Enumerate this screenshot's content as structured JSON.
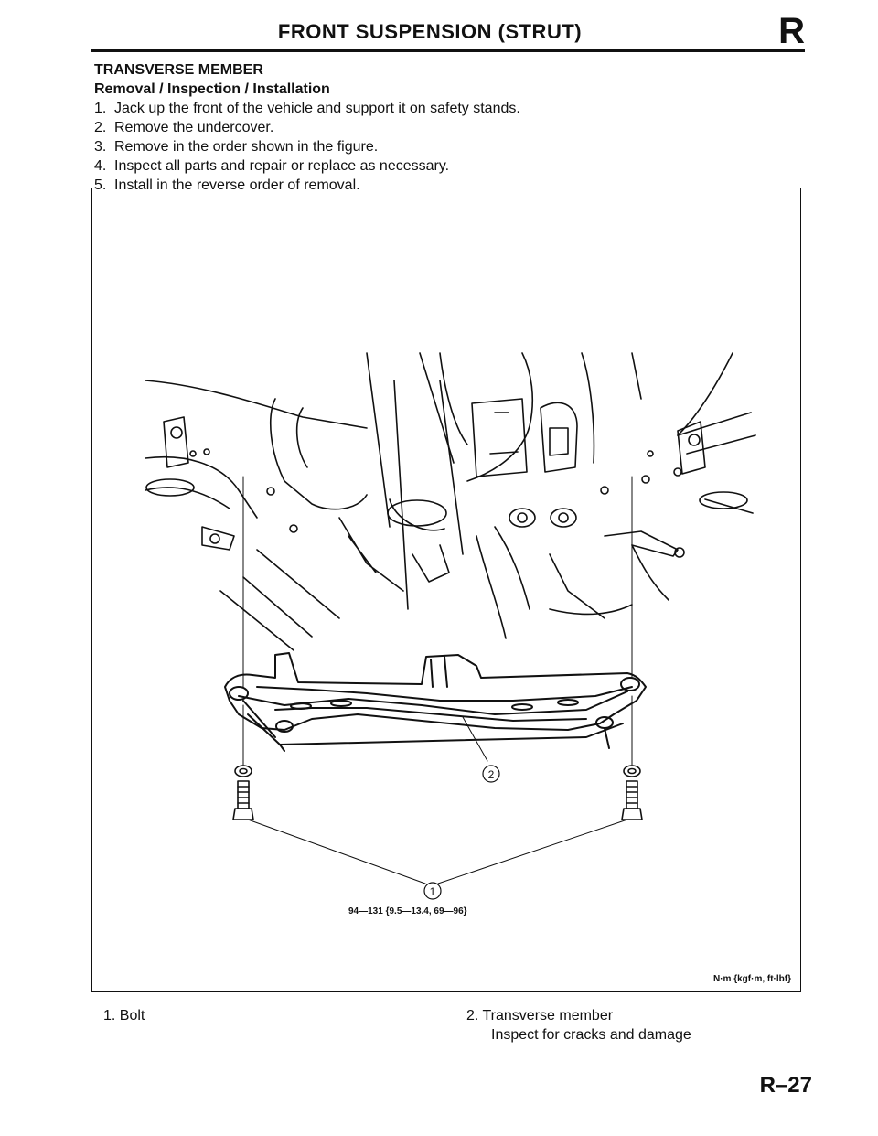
{
  "header": {
    "title": "FRONT SUSPENSION (STRUT)",
    "letter": "R"
  },
  "section": {
    "title": "TRANSVERSE MEMBER",
    "subtitle": "Removal / Inspection / Installation",
    "steps": [
      {
        "num": "1.",
        "text": "Jack up the front of the vehicle and support it on safety stands."
      },
      {
        "num": "2.",
        "text": "Remove the undercover."
      },
      {
        "num": "3.",
        "text": "Remove in the order shown in the figure."
      },
      {
        "num": "4.",
        "text": "Inspect all parts and repair or replace as necessary."
      },
      {
        "num": "5.",
        "text": "Install in the reverse order of removal."
      }
    ]
  },
  "figure": {
    "callout_1": "1",
    "callout_2": "2",
    "torque_spec": "94—131 {9.5—13.4, 69—96}",
    "units": "N·m {kgf·m, ft·lbf}"
  },
  "legend": {
    "item1": {
      "num": "1.",
      "label": "Bolt"
    },
    "item2": {
      "num": "2.",
      "label": "Transverse member",
      "note": "Inspect for cracks and damage"
    }
  },
  "page_number": "R–27"
}
